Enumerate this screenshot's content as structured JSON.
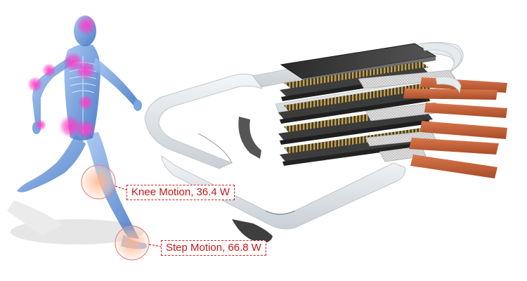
{
  "annotations": {
    "knee": {
      "label": "Knee Motion, 36.4 W"
    },
    "step": {
      "label": "Step Motion, 66.8 W"
    }
  },
  "colors": {
    "callout_red": "#c41616",
    "highlight_pink": "#ff3cc8",
    "body_blue": "#5a8fd6",
    "electrode_copper": "#c8643c",
    "gold_contacts": "#c8a040"
  },
  "icons": {
    "figure": "running-human-xray-figure",
    "device": "stacked-energy-harvester-device"
  }
}
